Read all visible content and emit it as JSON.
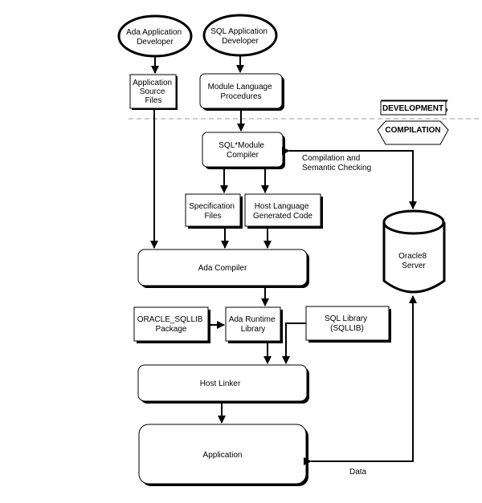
{
  "nodes": {
    "ada_dev": [
      "Ada Application",
      "Developer"
    ],
    "sql_dev": [
      "SQL Application",
      "Developer"
    ],
    "app_source": [
      "Application",
      "Source",
      "Files"
    ],
    "module_procs": [
      "Module Language",
      "Procedures"
    ],
    "sqlmodule": [
      "SQL*Module",
      "Compiler"
    ],
    "spec_files": [
      "Specification",
      "Files"
    ],
    "host_code": [
      "Host Language",
      "Generated Code"
    ],
    "ada_compiler": [
      "Ada Compiler"
    ],
    "oracle_sqllib": [
      "ORACLE_SQLLIB",
      "Package"
    ],
    "ada_runtime": [
      "Ada Runtime",
      "Library"
    ],
    "sql_library": [
      "SQL Library",
      "(SQLLIB)"
    ],
    "host_linker": [
      "Host Linker"
    ],
    "application": [
      "Application"
    ],
    "oracle_server": [
      "Oracle8",
      "Server"
    ]
  },
  "phase_tags": {
    "development": "DEVELOPMENT",
    "compilation": "COMPILATION"
  },
  "edge_labels": {
    "compilation_checking": [
      "Compilation and",
      "Semantic Checking"
    ],
    "data": "Data"
  }
}
